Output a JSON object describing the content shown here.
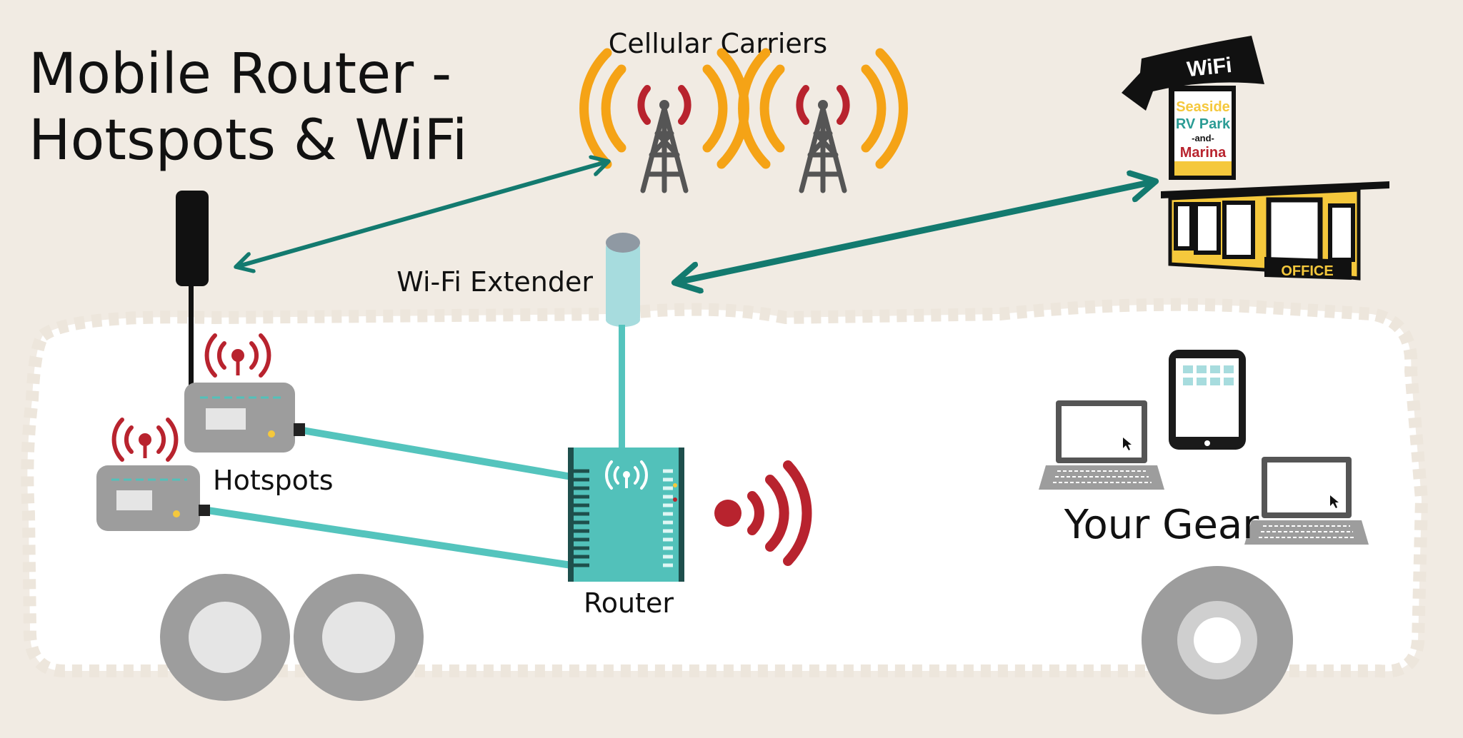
{
  "title": {
    "line1": "Mobile Router -",
    "line2": "Hotspots & WiFi"
  },
  "labels": {
    "cellular_carriers": "Cellular Carriers",
    "wifi_extender": "Wi-Fi Extender",
    "hotspots": "Hotspots",
    "router": "Router",
    "your_gear": "Your Gear"
  },
  "sign": {
    "wifi": "WiFi",
    "line1": "Seaside",
    "line2": "RV Park",
    "line3": "-and-",
    "line4": "Marina",
    "office": "OFFICE"
  },
  "icons": [
    "cell-tower-icon",
    "antenna-icon",
    "wifi-extender-icon",
    "hotspot-icon",
    "router-icon",
    "wifi-signal-icon",
    "laptop-icon",
    "tablet-icon",
    "wheel-icon",
    "office-building-icon"
  ],
  "colors": {
    "background": "#f1ebe3",
    "rv_body": "#ffffff",
    "teal_arrow": "#137a6f",
    "teal_cable": "#54c4bd",
    "router": "#52c1ba",
    "signal_red": "#b8232e",
    "signal_orange": "#f5a316",
    "device_gray": "#9d9d9d",
    "sign_yellow": "#f5c83c"
  }
}
